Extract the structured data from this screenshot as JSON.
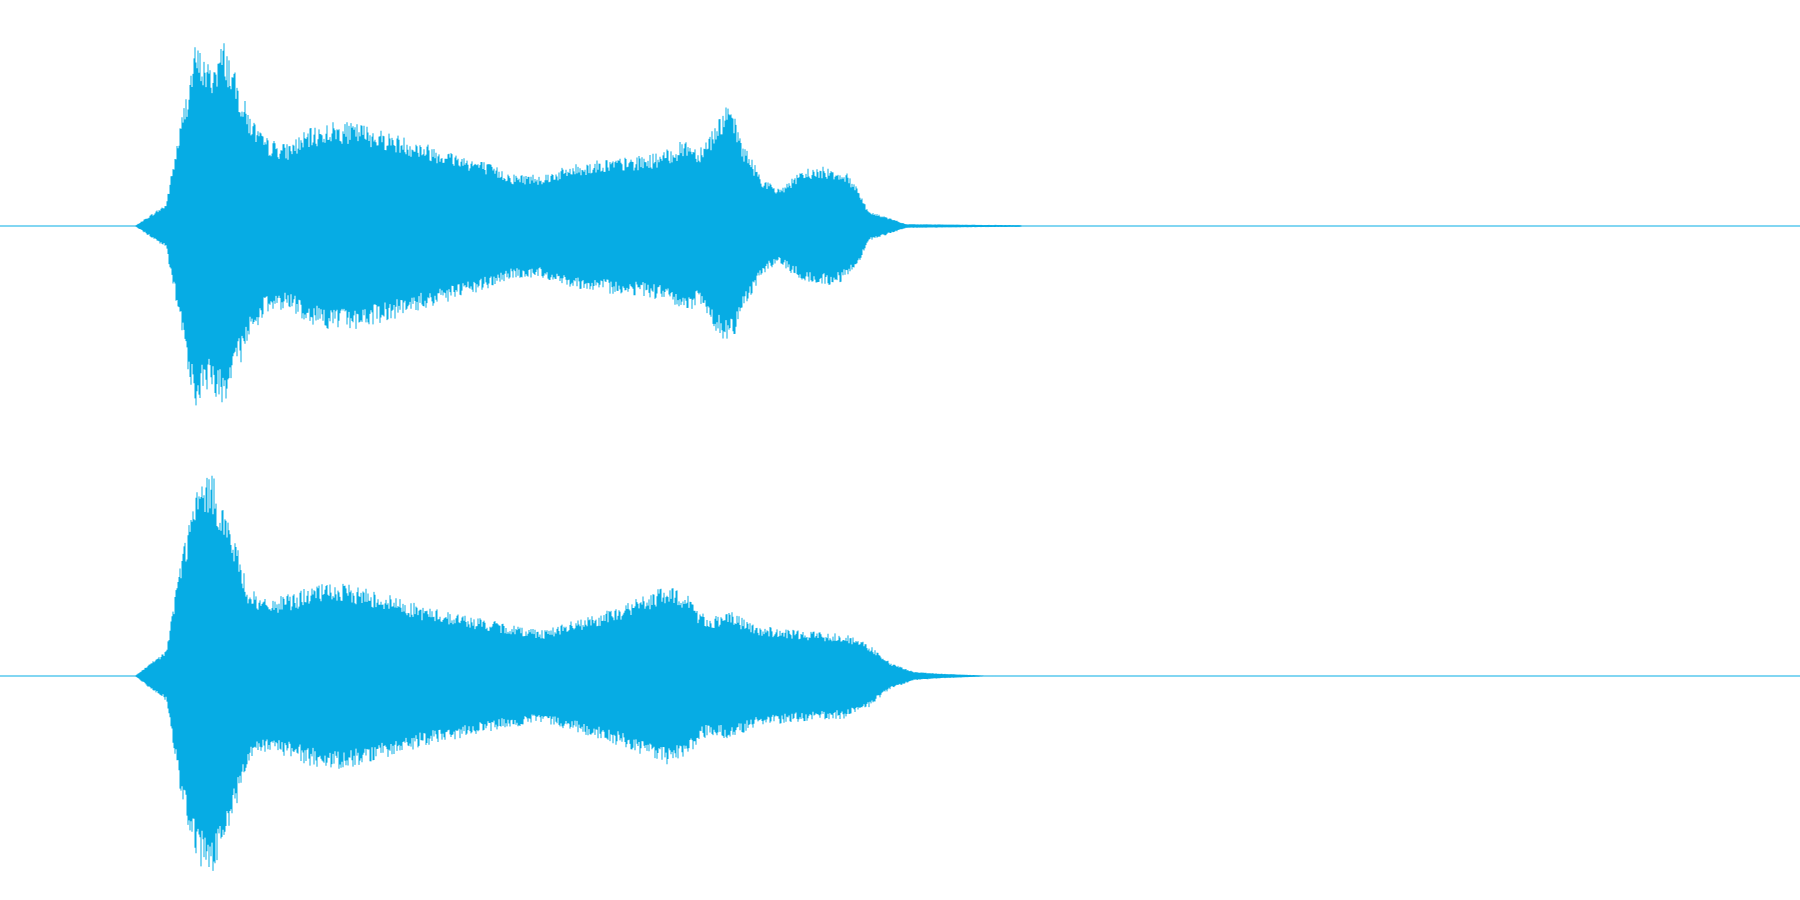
{
  "waveform": {
    "color": "#06ace4",
    "background": "#ffffff",
    "channels": [
      {
        "name": "channel-1",
        "envelope": [
          [
            0.0,
            0.0
          ],
          [
            0.0041,
            0.12
          ],
          [
            0.006,
            0.55
          ],
          [
            0.008,
            0.98
          ],
          [
            0.01,
            0.86
          ],
          [
            0.0118,
            1.0
          ],
          [
            0.0134,
            0.8
          ],
          [
            0.015,
            0.62
          ],
          [
            0.017,
            0.48
          ],
          [
            0.02,
            0.44
          ],
          [
            0.023,
            0.52
          ],
          [
            0.026,
            0.56
          ],
          [
            0.03,
            0.55
          ],
          [
            0.034,
            0.5
          ],
          [
            0.038,
            0.45
          ],
          [
            0.042,
            0.4
          ],
          [
            0.046,
            0.35
          ],
          [
            0.05,
            0.28
          ],
          [
            0.054,
            0.28
          ],
          [
            0.058,
            0.33
          ],
          [
            0.062,
            0.36
          ],
          [
            0.066,
            0.37
          ],
          [
            0.07,
            0.4
          ],
          [
            0.073,
            0.47
          ],
          [
            0.0745,
            0.42
          ],
          [
            0.076,
            0.5
          ],
          [
            0.078,
            0.64
          ],
          [
            0.079,
            0.62
          ],
          [
            0.0805,
            0.44
          ],
          [
            0.083,
            0.26
          ],
          [
            0.085,
            0.2
          ],
          [
            0.087,
            0.26
          ],
          [
            0.089,
            0.31
          ],
          [
            0.092,
            0.32
          ],
          [
            0.094,
            0.29
          ],
          [
            0.0955,
            0.22
          ],
          [
            0.097,
            0.08
          ],
          [
            0.1,
            0.04
          ],
          [
            0.102,
            0.01
          ],
          [
            0.108,
            0.008
          ],
          [
            0.112,
            0.006
          ],
          [
            0.117,
            0.005
          ],
          [
            0.118,
            0.0
          ]
        ]
      },
      {
        "name": "channel-2",
        "envelope": [
          [
            0.0,
            0.0
          ],
          [
            0.0041,
            0.12
          ],
          [
            0.006,
            0.55
          ],
          [
            0.008,
            0.87
          ],
          [
            0.01,
            0.97
          ],
          [
            0.0118,
            0.8
          ],
          [
            0.0134,
            0.62
          ],
          [
            0.015,
            0.42
          ],
          [
            0.017,
            0.36
          ],
          [
            0.02,
            0.38
          ],
          [
            0.023,
            0.42
          ],
          [
            0.026,
            0.44
          ],
          [
            0.03,
            0.42
          ],
          [
            0.034,
            0.38
          ],
          [
            0.038,
            0.33
          ],
          [
            0.042,
            0.3
          ],
          [
            0.046,
            0.27
          ],
          [
            0.05,
            0.24
          ],
          [
            0.054,
            0.22
          ],
          [
            0.058,
            0.26
          ],
          [
            0.062,
            0.3
          ],
          [
            0.066,
            0.36
          ],
          [
            0.07,
            0.42
          ],
          [
            0.073,
            0.4
          ],
          [
            0.0745,
            0.31
          ],
          [
            0.076,
            0.28
          ],
          [
            0.079,
            0.3
          ],
          [
            0.082,
            0.24
          ],
          [
            0.086,
            0.22
          ],
          [
            0.09,
            0.21
          ],
          [
            0.094,
            0.2
          ],
          [
            0.097,
            0.15
          ],
          [
            0.1,
            0.06
          ],
          [
            0.103,
            0.02
          ],
          [
            0.106,
            0.012
          ],
          [
            0.11,
            0.006
          ],
          [
            0.114,
            0.0
          ]
        ]
      }
    ]
  }
}
